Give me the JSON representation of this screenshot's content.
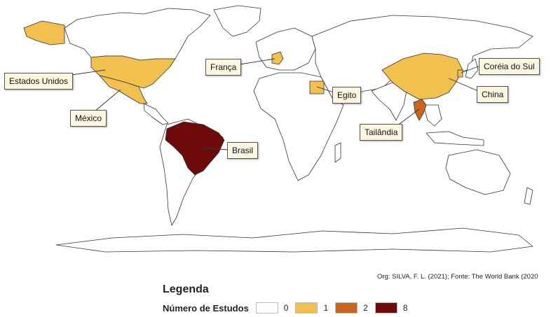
{
  "colors": {
    "zero": "#ffffff",
    "one": "#f2c04f",
    "two": "#c8661e",
    "eight": "#6e0a0a",
    "border": "#333333"
  },
  "labels": {
    "usa": "Estados Unidos",
    "mexico": "México",
    "france": "França",
    "egypt": "Egito",
    "korea": "Coréia do Sul",
    "china": "China",
    "thailand": "Tailândia",
    "brazil": "Brasil"
  },
  "source": "Org: SILVA, F. L. (2021); Fonte: The World Bank (2020",
  "legend": {
    "title": "Legenda",
    "row_label": "Número de Estudos",
    "classes": [
      {
        "value": "0",
        "color": "#ffffff"
      },
      {
        "value": "1",
        "color": "#f2c04f"
      },
      {
        "value": "2",
        "color": "#c8661e"
      },
      {
        "value": "8",
        "color": "#6e0a0a"
      }
    ]
  }
}
